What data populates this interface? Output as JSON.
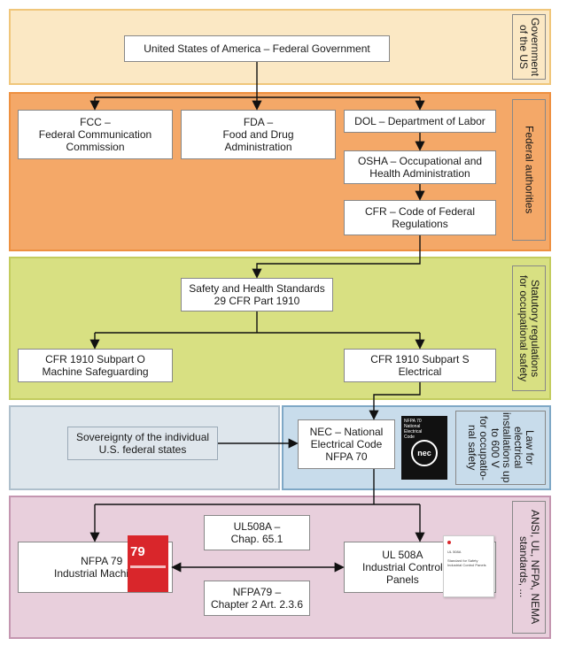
{
  "bands": {
    "gov_label": "Government\nof the US",
    "fed_label": "Federal authorities",
    "stat_label": "Statutory regulations\nfor occupational safety",
    "nec_label": "Law for\nelectrical\ninstallations up\nto 600 V\nfor occupatio-\nnal safety",
    "ansi_label": "ANSI, UL, NFPA, NEMA\nstandards, ..."
  },
  "nodes": {
    "usgov": "United States of America – Federal Government",
    "fcc": "FCC –\nFederal Communication\nCommission",
    "fda": "FDA –\nFood and Drug\nAdministration",
    "dol": "DOL – Department of Labor",
    "osha": "OSHA – Occupational and\nHealth Administration",
    "cfr": "CFR – Code of Federal\nRegulations",
    "safety": "Safety and Health Standards\n29 CFR Part 1910",
    "subpart_o": "CFR 1910 Subpart O\nMachine Safeguarding",
    "subpart_s": "CFR 1910 Subpart S\nElectrical",
    "sovereignty": "Sovereignty of the individual\nU.S. federal states",
    "nec": "NEC – National\nElectrical Code\nNFPA 70",
    "ul508a_chap": "UL508A –\nChap. 65.1",
    "nfpa79": "NFPA 79\nIndustrial Machinery",
    "ul508a": "UL 508A\nIndustrial Control\nPanels",
    "nfpa79_chap": "NFPA79 –\nChapter 2 Art. 2.3.6"
  },
  "books": {
    "nec_cover": "NFPA 70\nNational\nElectrical\nCode",
    "nec_logo": "nec",
    "nfpa79_cover": "79",
    "ul_cover": "UL 508A\n\nStandard for Safety\nIndustrial Control Panels"
  }
}
